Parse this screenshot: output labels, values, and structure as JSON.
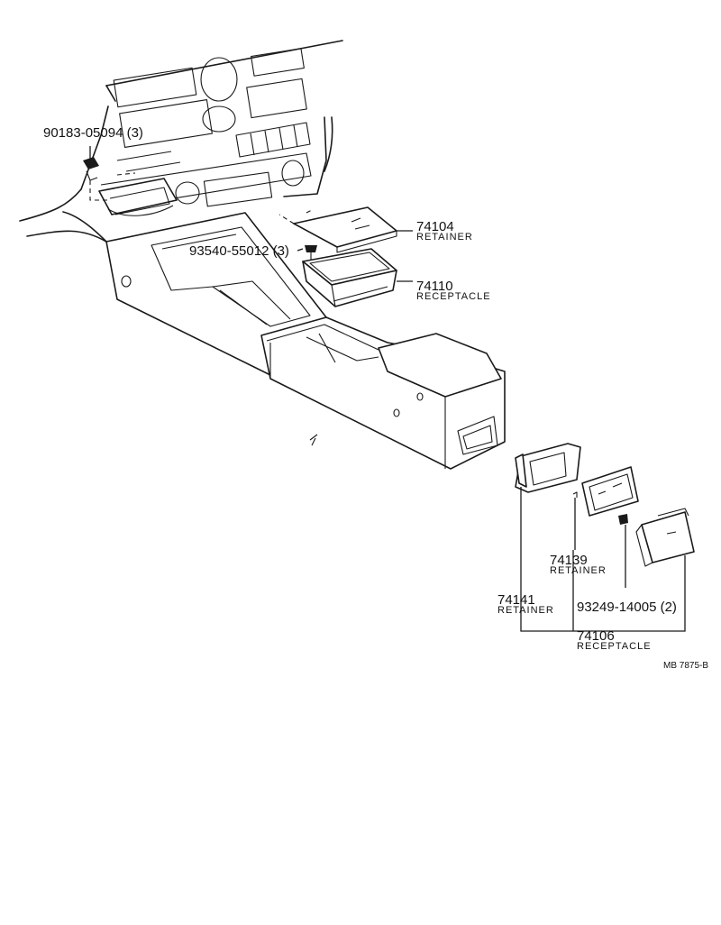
{
  "callouts": {
    "clip_90183": {
      "part_number": "90183-05094 (3)"
    },
    "retainer_74104": {
      "part_number": "74104",
      "description": "RETAINER"
    },
    "screw_93540": {
      "part_number": "93540-55012 (3)"
    },
    "receptacle_74110": {
      "part_number": "74110",
      "description": "RECEPTACLE"
    },
    "retainer_74139": {
      "part_number": "74139",
      "description": "RETAINER"
    },
    "retainer_74141": {
      "part_number": "74141",
      "description": "RETAINER"
    },
    "screw_93249": {
      "part_number": "93249-14005 (2)"
    },
    "receptacle_74106": {
      "part_number": "74106",
      "description": "RECEPTACLE"
    }
  },
  "figure_code": "MB 7875-B",
  "colors": {
    "ink": "#1a1a1a",
    "paper": "#ffffff"
  }
}
